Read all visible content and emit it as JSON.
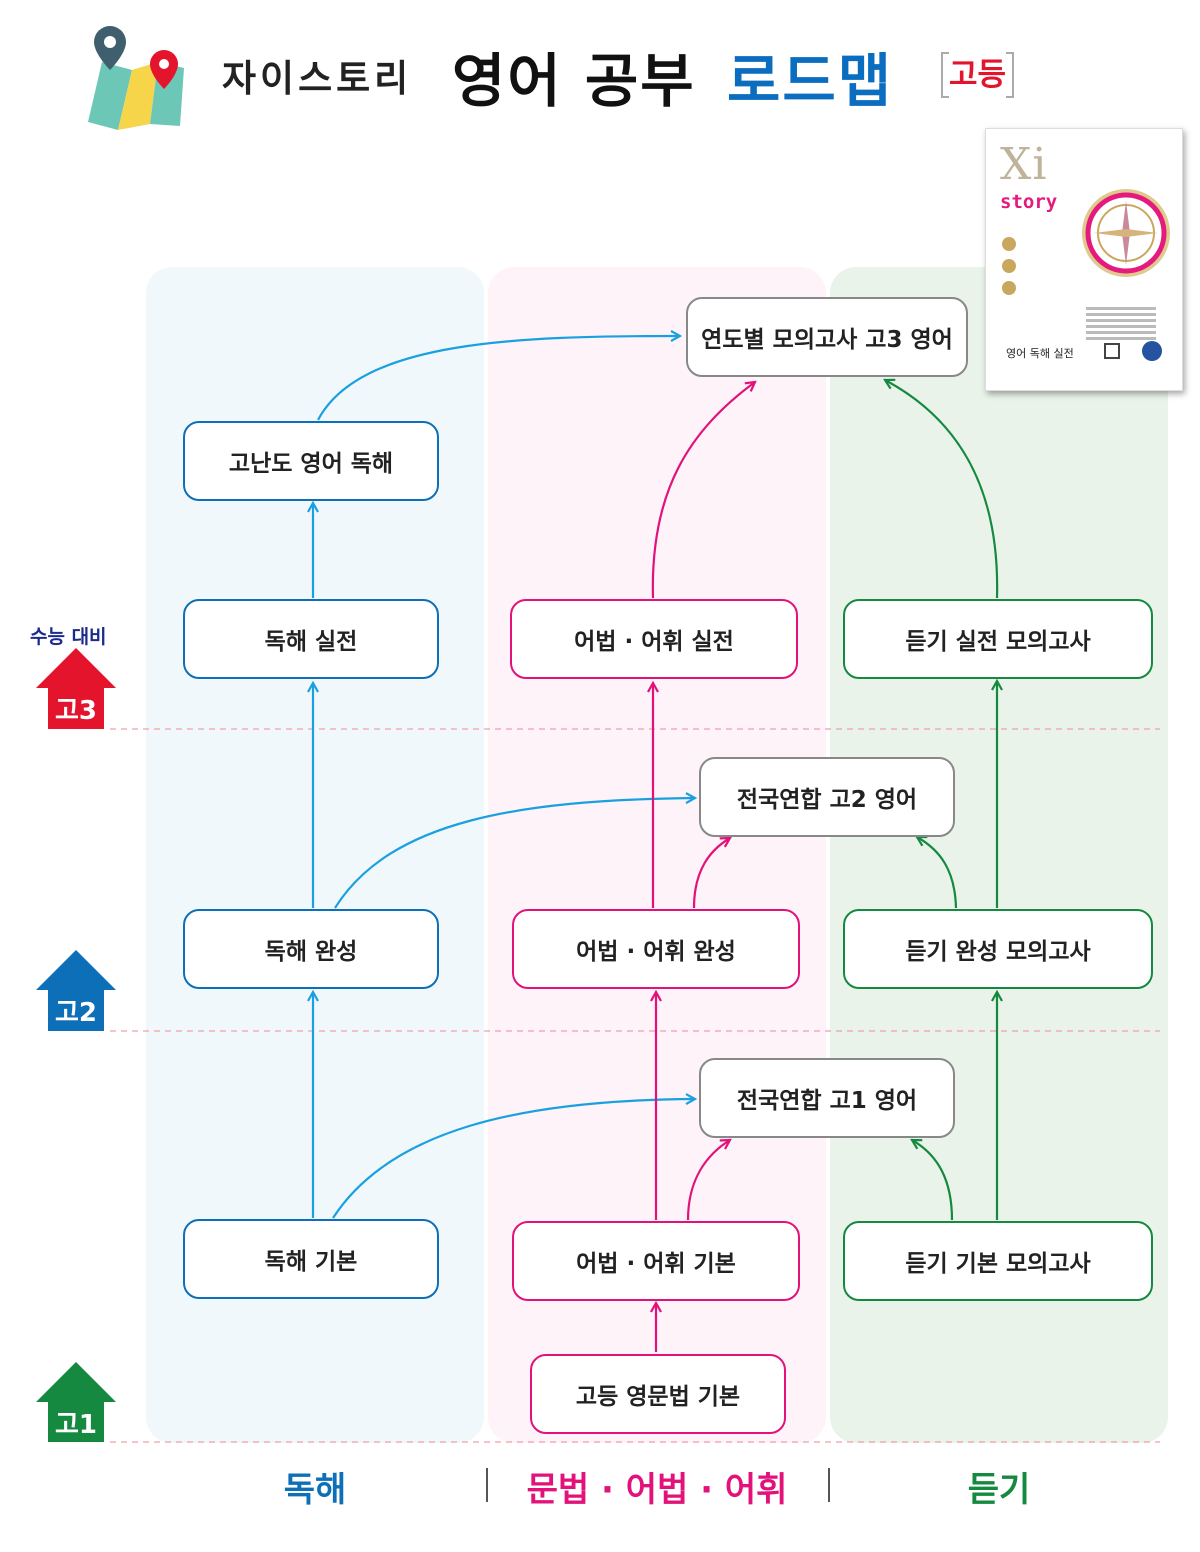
{
  "header": {
    "title_brand": "자이스토리",
    "title_main": "영어 공부",
    "title_accent": "로드맵",
    "title_tag": "고등"
  },
  "book": {
    "logo": "Xi",
    "series": "story",
    "subject": "영어 독해 실전"
  },
  "side": {
    "suneung": "수능 대비",
    "grades": [
      "고3",
      "고2",
      "고1"
    ]
  },
  "columns": {
    "reading": "독해",
    "grammar": "문법 · 어법 · 어휘",
    "listening": "듣기"
  },
  "nodes": {
    "mock_g3": "연도별 모의고사 고3 영어",
    "hard_reading": "고난도 영어 독해",
    "reading_real": "독해 실전",
    "grammar_real": "어법 · 어휘 실전",
    "listening_real": "듣기 실전 모의고사",
    "national_g2": "전국연합 고2 영어",
    "reading_complete": "독해 완성",
    "grammar_complete": "어법 · 어휘 완성",
    "listening_complete": "듣기 완성 모의고사",
    "national_g1": "전국연합 고1 영어",
    "reading_basic": "독해 기본",
    "grammar_basic": "어법 · 어휘 기본",
    "listening_basic": "듣기 기본 모의고사",
    "grammar_foundation": "고등 영문법 기본"
  },
  "colors": {
    "reading": "#0d6fb8",
    "grammar": "#e2127a",
    "listening": "#14893f",
    "reading_arrow": "#1aa0e0",
    "grade3": "#e3142c",
    "grade2": "#0d6fb8",
    "grade1": "#14893f"
  }
}
